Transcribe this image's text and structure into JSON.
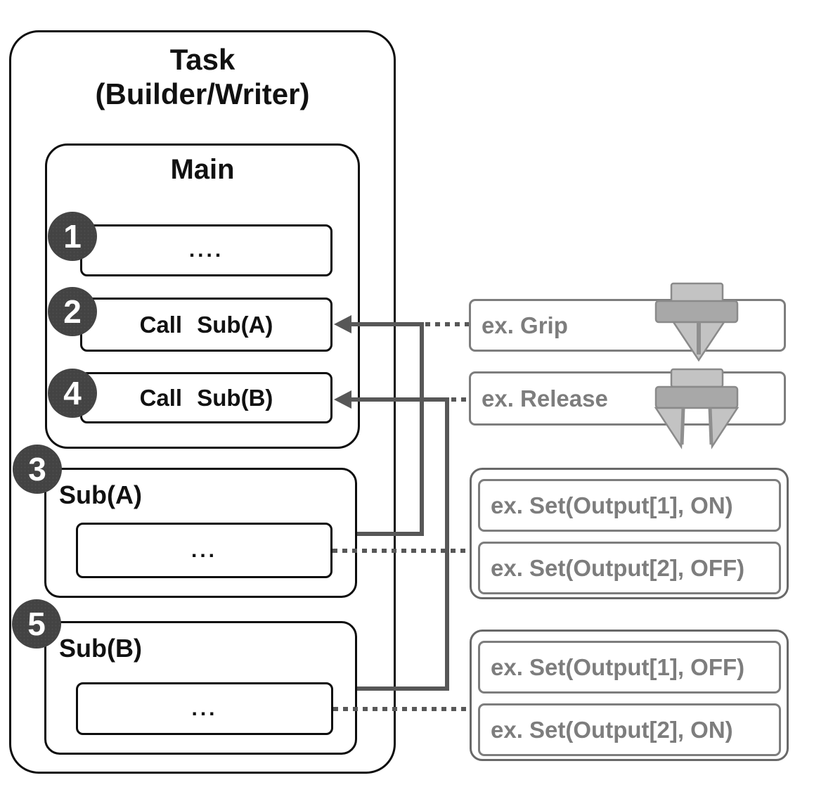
{
  "task": {
    "title_line1": "Task",
    "title_line2": "(Builder/Writer)",
    "main": {
      "title": "Main",
      "steps": [
        {
          "badge": "1",
          "label": "...."
        },
        {
          "badge": "2",
          "label": "Call Sub(A)"
        },
        {
          "badge": "4",
          "label": "Call Sub(B)"
        }
      ]
    },
    "subroutines": [
      {
        "badge": "3",
        "title": "Sub(A)",
        "body": "..."
      },
      {
        "badge": "5",
        "title": "Sub(B)",
        "body": "..."
      }
    ]
  },
  "annotations": {
    "grip": {
      "label": "ex. Grip",
      "icon": "gripper-closed-icon"
    },
    "release": {
      "label": "ex. Release",
      "icon": "gripper-open-icon"
    },
    "set_group_a": {
      "items": [
        "ex. Set(Output[1], ON)",
        "ex. Set(Output[2], OFF)"
      ]
    },
    "set_group_b": {
      "items": [
        "ex. Set(Output[1], OFF)",
        "ex. Set(Output[2], ON)"
      ]
    }
  },
  "colors": {
    "outline_black": "#0d0d0d",
    "gray_accent": "#7d7d7d",
    "connector_gray": "#575757",
    "badge_fill": "#434343",
    "icon_light_gray": "#c3c3c3",
    "icon_mid_gray": "#a8a8a8"
  }
}
